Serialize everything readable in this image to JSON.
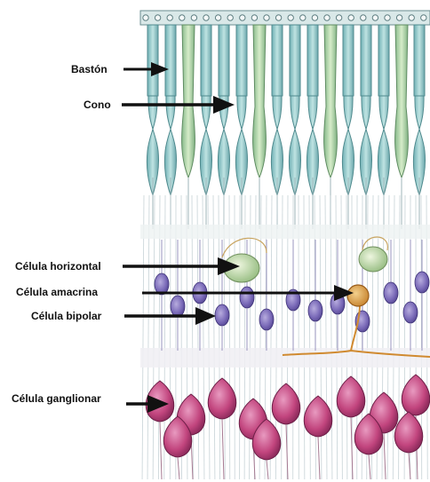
{
  "labels": {
    "baston": "Bastón",
    "cono": "Cono",
    "horizontal": "Célula horizontal",
    "amacrina": "Célula amacrina",
    "bipolar": "Célula bipolar",
    "ganglionar": "Célula ganglionar"
  },
  "colors": {
    "rod": "#8fc7c9",
    "cone": "#a8d0a6",
    "horizontal": "#c9e0ad",
    "bipolar": "#7a6ab8",
    "amacrine": "#d9a04a",
    "ganglion": "#c2457e",
    "fiber": "#b9c8cd",
    "arrow": "#111111"
  }
}
